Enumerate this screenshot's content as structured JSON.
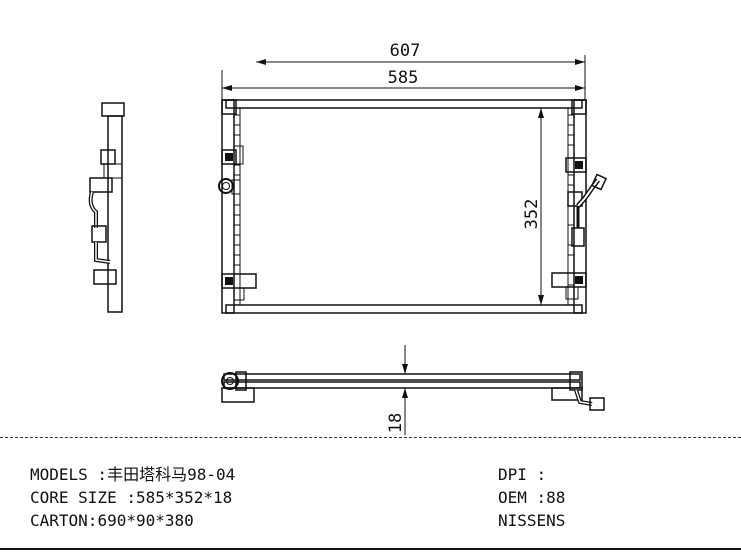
{
  "dimensions": {
    "overall_width": "607",
    "core_width": "585",
    "core_height": "352",
    "core_thickness": "18"
  },
  "specs": {
    "models_label": "MODELS :",
    "models_value": "丰田塔科马98-04",
    "core_size_label": "CORE SIZE :",
    "core_size_value": "585*352*18",
    "carton_label": "CARTON:",
    "carton_value": "690*90*380"
  },
  "references": {
    "dpi_label": "DPI :",
    "dpi_value": "",
    "oem_label": "OEM :",
    "oem_value": "88",
    "brand": "NISSENS"
  },
  "colors": {
    "ink": "#111111",
    "background": "#ffffff"
  }
}
